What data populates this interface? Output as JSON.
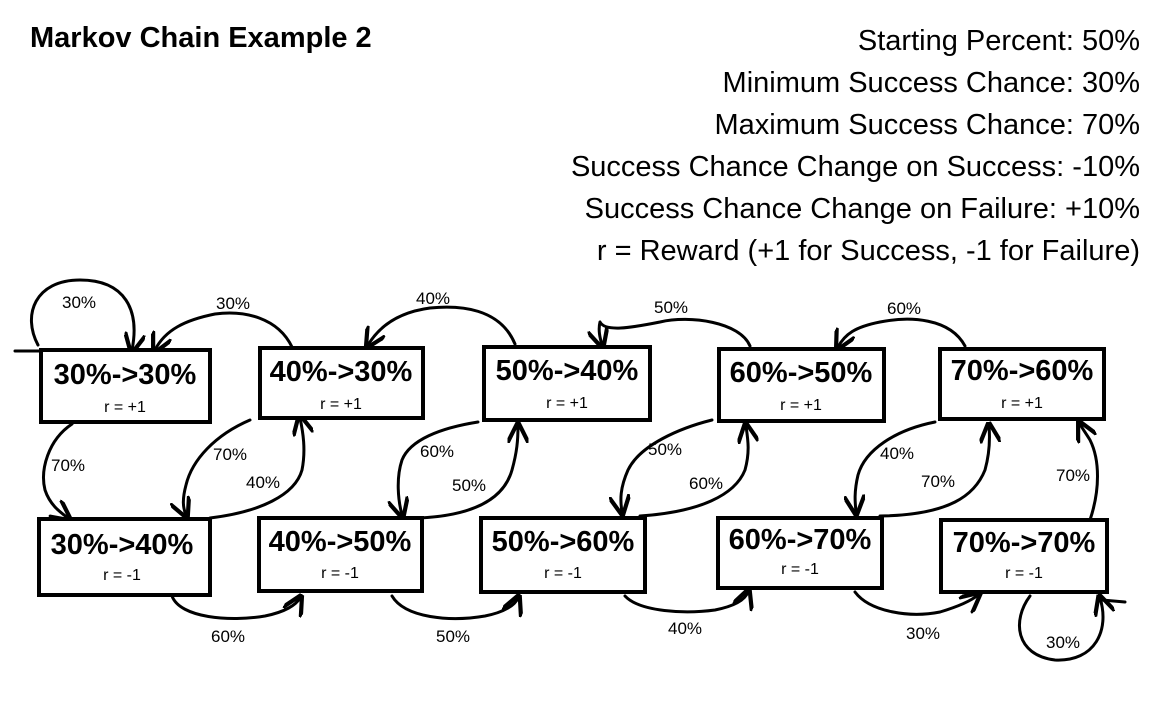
{
  "title": "Markov Chain Example 2",
  "info": [
    "Starting Percent: 50%",
    "Minimum Success Chance: 30%",
    "Maximum Success Chance: 70%",
    "Success Chance Change on Success: -10%",
    "Success Chance Change on Failure: +10%",
    "r = Reward (+1 for Success, -1 for Failure)"
  ],
  "states": {
    "s30_30": {
      "label": "30%->30%",
      "reward": "r = +1"
    },
    "s40_30": {
      "label": "40%->30%",
      "reward": "r = +1"
    },
    "s50_40": {
      "label": "50%->40%",
      "reward": "r = +1"
    },
    "s60_50": {
      "label": "60%->50%",
      "reward": "r = +1"
    },
    "s70_60": {
      "label": "70%->60%",
      "reward": "r = +1"
    },
    "s30_40": {
      "label": "30%->40%",
      "reward": "r = -1"
    },
    "s40_50": {
      "label": "40%->50%",
      "reward": "r = -1"
    },
    "s50_60": {
      "label": "50%->60%",
      "reward": "r = -1"
    },
    "s60_70": {
      "label": "60%->70%",
      "reward": "r = -1"
    },
    "s70_70": {
      "label": "70%->70%",
      "reward": "r = -1"
    }
  },
  "edges": {
    "e1": "30%",
    "e2": "30%",
    "e3": "40%",
    "e4": "50%",
    "e5": "60%",
    "e6": "70%",
    "e7": "70%",
    "e8": "40%",
    "e9": "60%",
    "e10": "50%",
    "e11": "50%",
    "e12": "60%",
    "e13": "40%",
    "e14": "70%",
    "e15": "70%",
    "e16": "60%",
    "e17": "50%",
    "e18": "40%",
    "e19": "30%",
    "e20": "30%"
  }
}
